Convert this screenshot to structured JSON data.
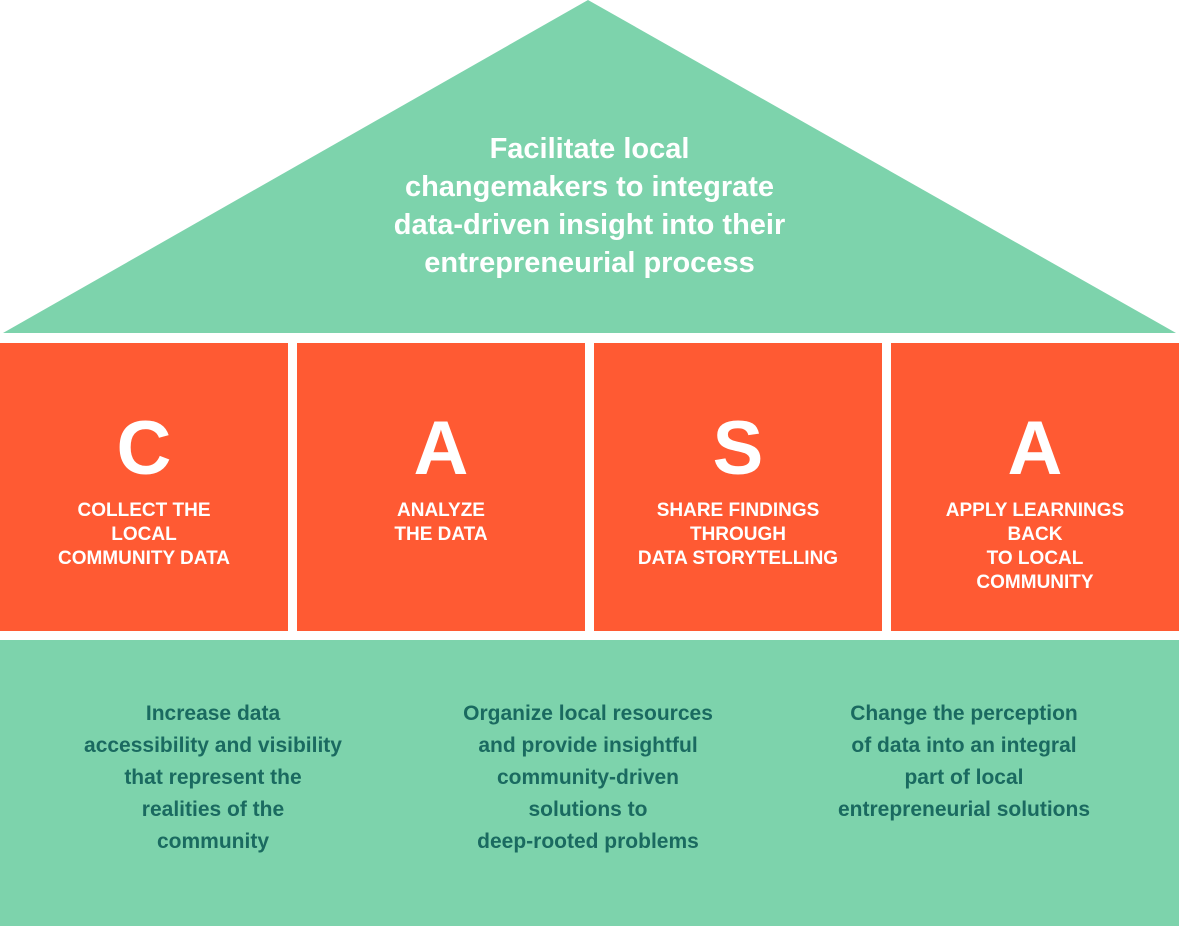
{
  "colors": {
    "green": "#7dd3ac",
    "orange": "#ff5a33",
    "white": "#ffffff",
    "teal_text": "#1a6a60"
  },
  "roof": {
    "text": "Facilitate local\nchangemakers to integrate\ndata-driven insight into their\nentrepreneurial process"
  },
  "pillars": [
    {
      "letter": "C",
      "label": "COLLECT THE\nLOCAL\nCOMMUNITY DATA"
    },
    {
      "letter": "A",
      "label": "ANALYZE\nTHE DATA"
    },
    {
      "letter": "S",
      "label": "SHARE FINDINGS\nTHROUGH\nDATA STORYTELLING"
    },
    {
      "letter": "A",
      "label": "APPLY LEARNINGS\nBACK\nTO LOCAL\nCOMMUNITY"
    }
  ],
  "goals": [
    "Increase data\naccessibility and visibility\nthat represent the\nrealities of the\ncommunity",
    "Organize local resources\nand provide insightful\ncommunity-driven\nsolutions to\ndeep-rooted problems",
    "Change the perception\nof data into an integral\npart of local\nentrepreneurial solutions"
  ]
}
